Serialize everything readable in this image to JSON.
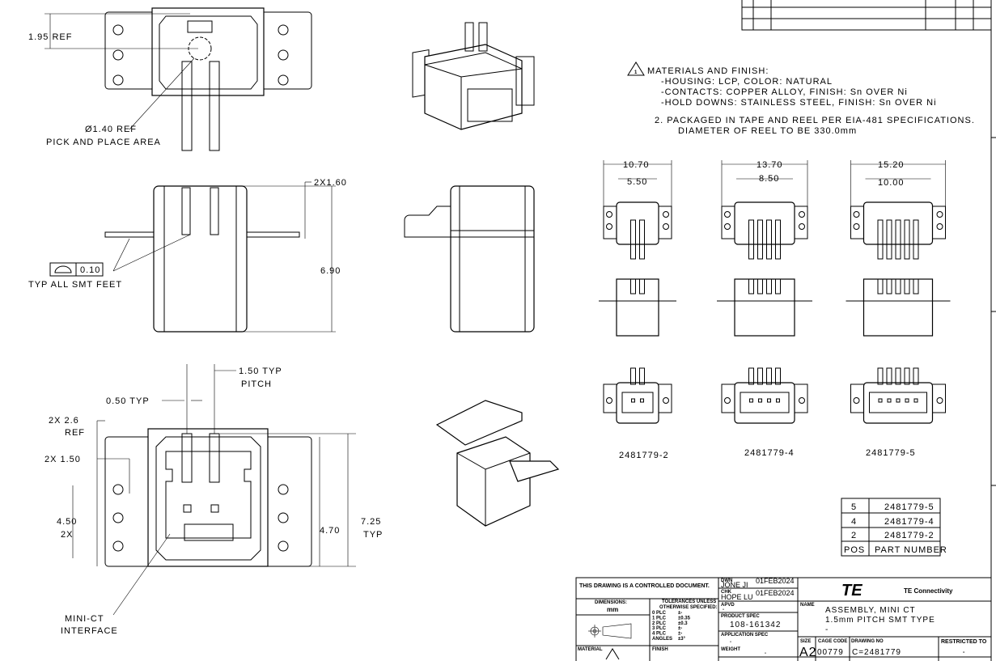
{
  "top_view": {
    "dim_ref": "1.95 REF",
    "dia_ref": "Ø1.40 REF",
    "pick_place": "PICK AND PLACE AREA"
  },
  "side_view": {
    "feet_dim": "2X1.60",
    "height": "6.90",
    "flatness": "0.10",
    "feet_note": "TYP ALL SMT FEET"
  },
  "bottom_view": {
    "pitch": "1.50 TYP",
    "pitch2": "PITCH",
    "pin_width": "0.50 TYP",
    "ref1": "2X 2.6",
    "ref2": "REF",
    "dim_150": "2X 1.50",
    "dim_450": "4.50",
    "dim_450b": "2X",
    "dim_470": "4.70",
    "dim_725": "7.25",
    "dim_725b": "TYP",
    "interface1": "MINI-CT",
    "interface2": "INTERFACE"
  },
  "notes": {
    "n1_title": "MATERIALS AND FINISH:",
    "n1_a": "-HOUSING: LCP, COLOR: NATURAL",
    "n1_b": "-CONTACTS: COPPER ALLOY, FINISH: Sn OVER Ni",
    "n1_c": "-HOLD DOWNS: STAINLESS STEEL, FINISH: Sn OVER Ni",
    "n2_a": "2. PACKAGED IN TAPE AND REEL PER EIA-481 SPECIFICATIONS.",
    "n2_b": "DIAMETER OF REEL TO BE 330.0mm",
    "flag": "1"
  },
  "variants": [
    {
      "part": "2481779-2",
      "overall": "10.70",
      "inner": "5.50",
      "pins": 2
    },
    {
      "part": "2481779-4",
      "overall": "13.70",
      "inner": "8.50",
      "pins": 4
    },
    {
      "part": "2481779-5",
      "overall": "15.20",
      "inner": "10.00",
      "pins": 5
    }
  ],
  "part_table": {
    "rows": [
      [
        "5",
        "2481779-5"
      ],
      [
        "4",
        "2481779-4"
      ],
      [
        "2",
        "2481779-2"
      ]
    ],
    "header": [
      "POS",
      "PART NUMBER"
    ]
  },
  "title_block": {
    "controlled": "THIS DRAWING IS A CONTROLLED DOCUMENT.",
    "dwn_label": "DWN",
    "dwn_name": "JONE JI",
    "dwn_date": "01FEB2024",
    "chk_label": "CHK",
    "chk_name": "HOPE LU",
    "chk_date": "01FEB2024",
    "apvd_label": "APVD",
    "apvd_value": "-",
    "dimensions_label": "DIMENSIONS:",
    "units": "mm",
    "tol_label1": "TOLERANCES UNLESS",
    "tol_label2": "OTHERWISE SPECIFIED:",
    "tolerances": [
      [
        "0 PLC",
        "±-"
      ],
      [
        "1 PLC",
        "±0.35"
      ],
      [
        "2 PLC",
        "±0.3"
      ],
      [
        "3 PLC",
        "±-"
      ],
      [
        "4 PLC",
        "±-"
      ],
      [
        "ANGLES",
        "±3°"
      ]
    ],
    "product_spec_label": "PRODUCT SPEC",
    "product_spec": "108-161342",
    "application_spec_label": "APPLICATION SPEC",
    "application_spec": "-",
    "material_label": "MATERIAL",
    "finish_label": "FINISH",
    "weight_label": "WEIGHT",
    "weight": "-",
    "company": "TE Connectivity",
    "logo": "TE",
    "name_label": "NAME",
    "name1": "ASSEMBLY, MINI CT",
    "name2": "1.5mm PITCH SMT TYPE",
    "name3": "-",
    "size_label": "SIZE",
    "size": "A2",
    "cage_label": "CAGE CODE",
    "cage": "00779",
    "drawing_no_label": "DRAWING NO",
    "drawing_no": "C=2481779",
    "restricted_label": "RESTRICTED TO",
    "restricted": "-"
  }
}
